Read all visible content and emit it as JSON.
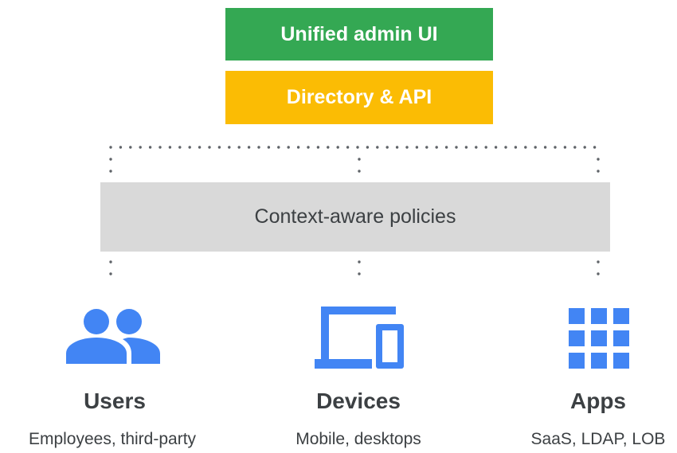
{
  "layers": {
    "admin_ui": {
      "label": "Unified admin UI",
      "color": "#34a853"
    },
    "directory_api": {
      "label": "Directory & API",
      "color": "#fbbc04"
    }
  },
  "policy": {
    "label": "Context-aware policies",
    "color": "#d9d9d9"
  },
  "columns": [
    {
      "title": "Users",
      "subtitle": "Employees, third-party",
      "icon": "users-icon"
    },
    {
      "title": "Devices",
      "subtitle": "Mobile, desktops",
      "icon": "devices-icon"
    },
    {
      "title": "Apps",
      "subtitle": "SaaS, LDAP, LOB",
      "icon": "apps-grid-icon"
    }
  ],
  "colors": {
    "icon_blue": "#4285f4",
    "text": "#3c4043",
    "dots": "#5f6368"
  }
}
